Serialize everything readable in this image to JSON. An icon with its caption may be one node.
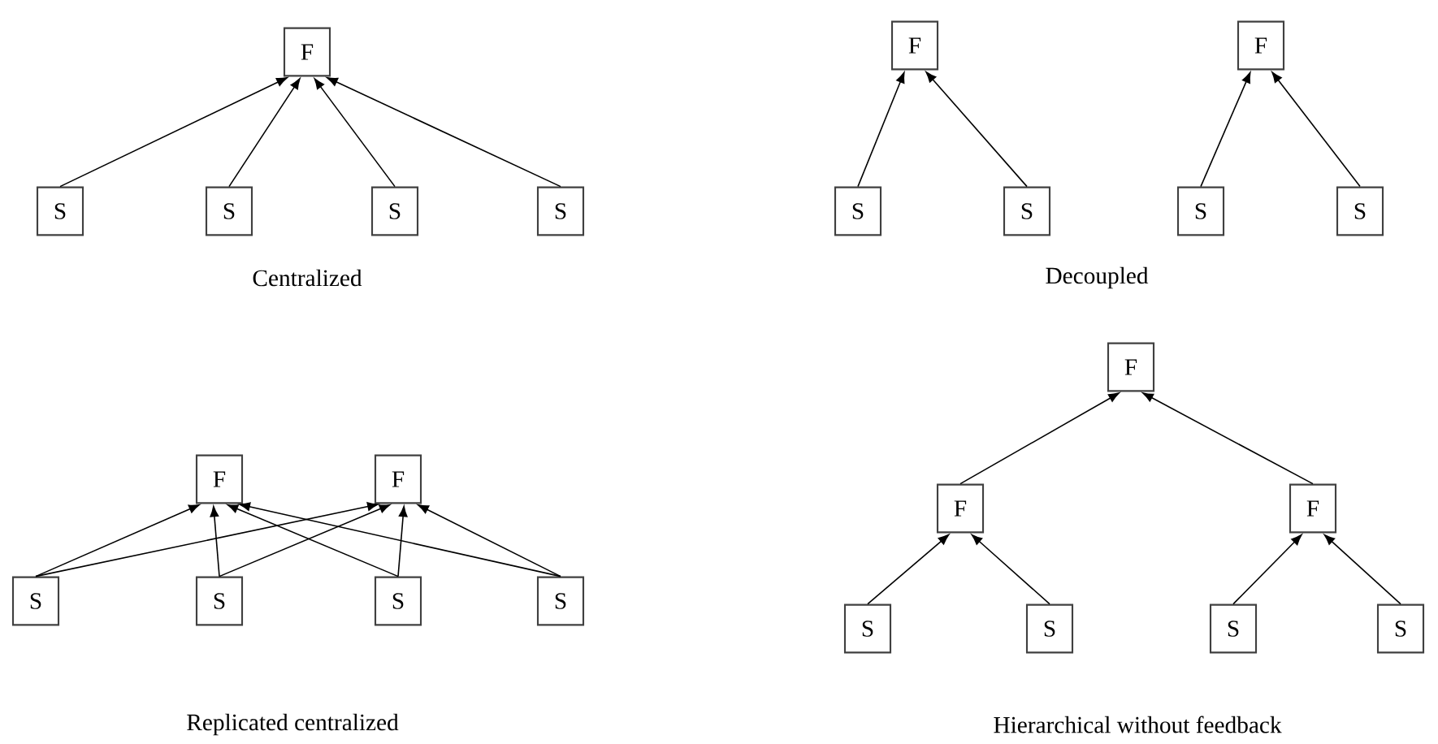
{
  "diagram": {
    "nodes": [
      {
        "text": [
          "F"
        ]
      },
      {
        "text": [
          "S"
        ]
      },
      {
        "text": [
          "S"
        ]
      },
      {
        "text": [
          "S"
        ]
      },
      {
        "text": [
          "S"
        ]
      },
      {
        "text": [
          "F"
        ]
      },
      {
        "text": [
          "F"
        ]
      },
      {
        "text": [
          "S"
        ]
      },
      {
        "text": [
          "S"
        ]
      },
      {
        "text": [
          "S"
        ]
      },
      {
        "text": [
          "S"
        ]
      },
      {
        "text": [
          "F"
        ]
      },
      {
        "text": [
          "F"
        ]
      },
      {
        "text": [
          "S"
        ]
      },
      {
        "text": [
          "S"
        ]
      },
      {
        "text": [
          "S"
        ]
      },
      {
        "text": [
          "S"
        ]
      },
      {
        "text": [
          "F"
        ]
      },
      {
        "text": [
          "F"
        ]
      },
      {
        "text": [
          "F"
        ]
      },
      {
        "text": [
          "S"
        ]
      },
      {
        "text": [
          "S"
        ]
      },
      {
        "text": [
          "S"
        ]
      },
      {
        "text": [
          "S"
        ]
      }
    ],
    "edges": [
      {
        "from": 1,
        "to": 0,
        "arrow": "to"
      },
      {
        "from": 2,
        "to": 0,
        "arrow": "to"
      },
      {
        "from": 3,
        "to": 0,
        "arrow": "to"
      },
      {
        "from": 4,
        "to": 0,
        "arrow": "to"
      },
      {
        "from": 7,
        "to": 5,
        "arrow": "to"
      },
      {
        "from": 8,
        "to": 5,
        "arrow": "to"
      },
      {
        "from": 9,
        "to": 6,
        "arrow": "to"
      },
      {
        "from": 10,
        "to": 6,
        "arrow": "to"
      },
      {
        "from": 13,
        "to": 11,
        "arrow": "to"
      },
      {
        "from": 13,
        "to": 12,
        "arrow": "to"
      },
      {
        "from": 14,
        "to": 11,
        "arrow": "to"
      },
      {
        "from": 14,
        "to": 12,
        "arrow": "to"
      },
      {
        "from": 15,
        "to": 11,
        "arrow": "to"
      },
      {
        "from": 15,
        "to": 12,
        "arrow": "to"
      },
      {
        "from": 16,
        "to": 11,
        "arrow": "to"
      },
      {
        "from": 16,
        "to": 12,
        "arrow": "to"
      },
      {
        "from": 18,
        "to": 17,
        "arrow": "to"
      },
      {
        "from": 19,
        "to": 17,
        "arrow": "to"
      },
      {
        "from": 20,
        "to": 18,
        "arrow": "to"
      },
      {
        "from": 21,
        "to": 18,
        "arrow": "to"
      },
      {
        "from": 22,
        "to": 19,
        "arrow": "to"
      },
      {
        "from": 23,
        "to": 19,
        "arrow": "to"
      }
    ],
    "labels": [
      "Centralized",
      "Decoupled",
      "Replicated centralized",
      "Hierarchical without feedback"
    ]
  }
}
